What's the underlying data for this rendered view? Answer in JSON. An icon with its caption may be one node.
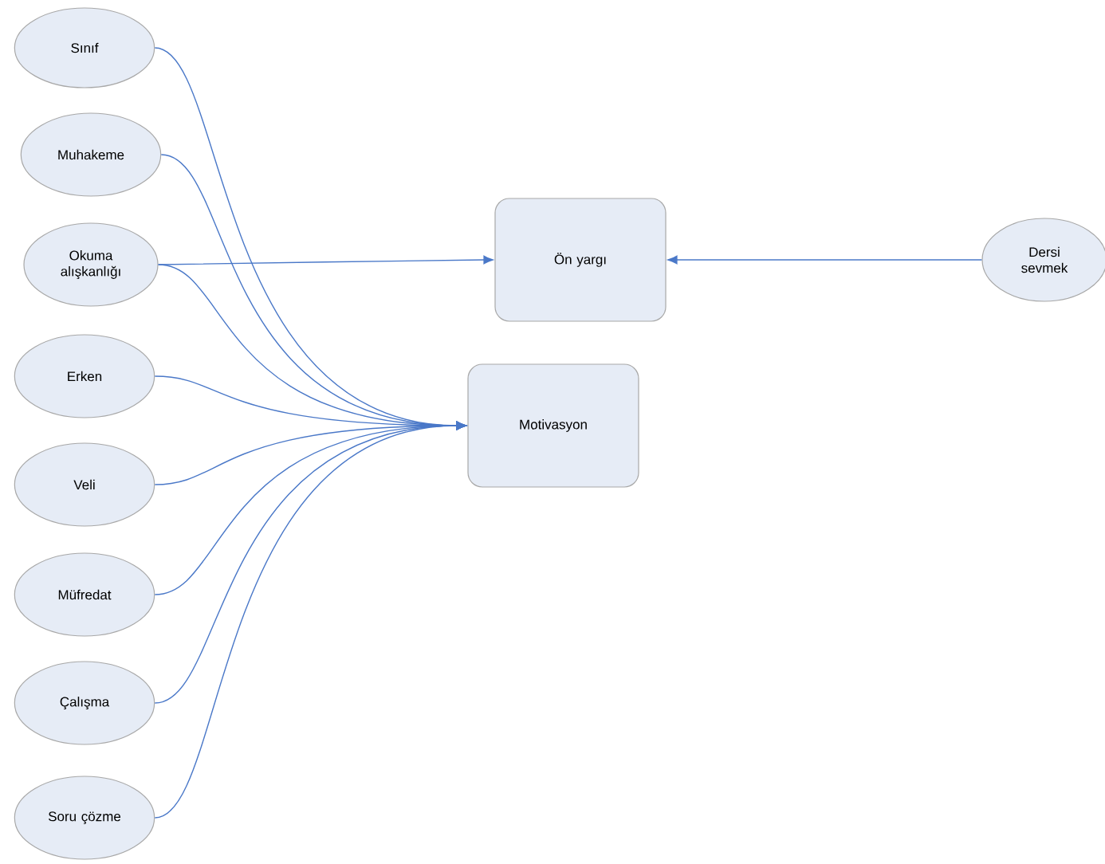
{
  "diagram": {
    "nodes": [
      {
        "text": [
          "Sınıf"
        ]
      },
      {
        "text": [
          "Muhakeme"
        ]
      },
      {
        "text": [
          "Okuma alışkanlığı"
        ]
      },
      {
        "text": [
          "Erken"
        ]
      },
      {
        "text": [
          "Veli"
        ]
      },
      {
        "text": [
          "Müfredat"
        ]
      },
      {
        "text": [
          "Çalışma"
        ]
      },
      {
        "text": [
          "Soru çözme"
        ]
      },
      {
        "text": [
          "Ön yargı"
        ]
      },
      {
        "text": [
          "Motivasyon"
        ]
      },
      {
        "text": [
          "Dersi sevmek"
        ]
      }
    ],
    "edges": [
      {
        "from": 0,
        "to": 9,
        "arrow": "to"
      },
      {
        "from": 1,
        "to": 9,
        "arrow": "to"
      },
      {
        "from": 2,
        "to": 8,
        "arrow": "to"
      },
      {
        "from": 2,
        "to": 9,
        "arrow": "to"
      },
      {
        "from": 3,
        "to": 9,
        "arrow": "to"
      },
      {
        "from": 4,
        "to": 9,
        "arrow": "to"
      },
      {
        "from": 5,
        "to": 9,
        "arrow": "to"
      },
      {
        "from": 6,
        "to": 9,
        "arrow": "to"
      },
      {
        "from": 7,
        "to": 9,
        "arrow": "to"
      },
      {
        "from": 10,
        "to": 8,
        "arrow": "to"
      }
    ]
  }
}
